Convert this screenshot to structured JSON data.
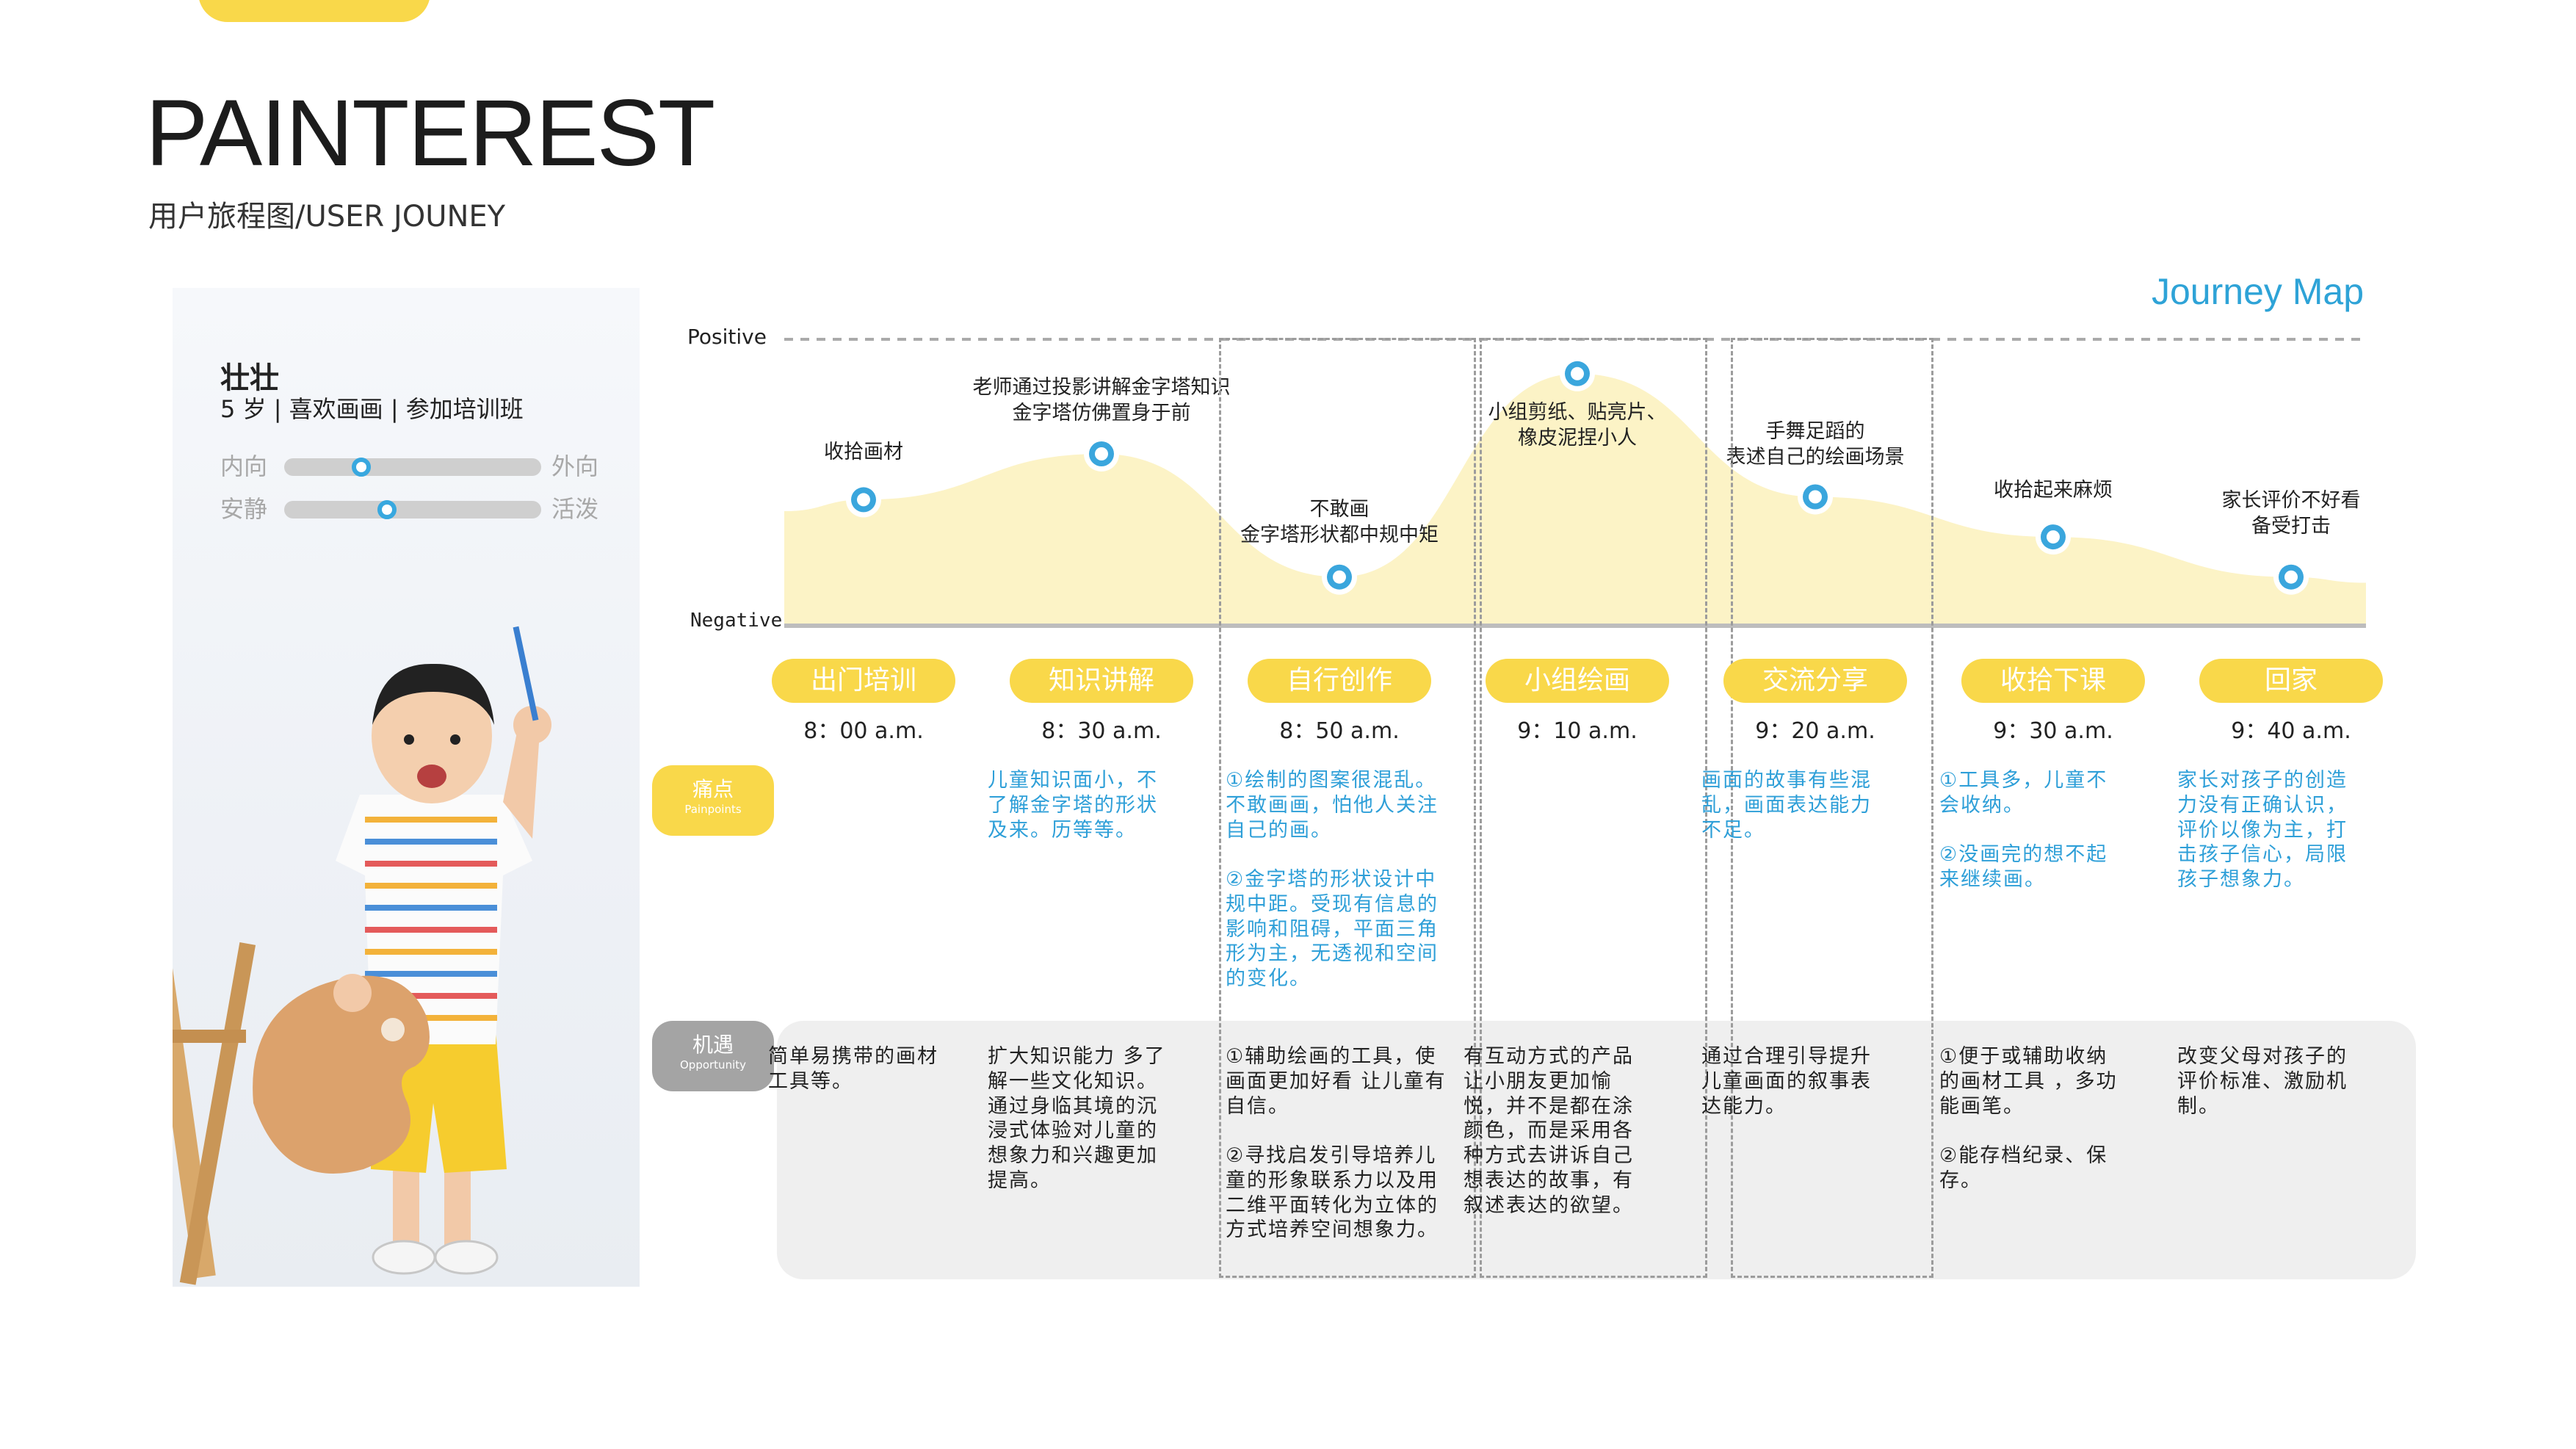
{
  "header": {
    "brand": "PAINTEREST",
    "subtitle": "用户旅程图/USER JOUNEY",
    "map_title": "Journey Map"
  },
  "persona": {
    "name": "壮壮",
    "info": "5 岁 | 喜欢画画 | 参加培训班",
    "traits": [
      {
        "left": "内向",
        "right": "外向",
        "value": 0.3
      },
      {
        "left": "安静",
        "right": "活泼",
        "value": 0.4
      }
    ]
  },
  "chart_data": {
    "type": "area",
    "ylabel_top": "Positive",
    "ylabel_bottom": "Negative",
    "ylim": [
      0,
      100
    ],
    "stages": [
      {
        "name": "出门培训",
        "time": "8：00 a.m."
      },
      {
        "name": "知识讲解",
        "time": "8：30 a.m."
      },
      {
        "name": "自行创作",
        "time": "8：50 a.m."
      },
      {
        "name": "小组绘画",
        "time": "9：10 a.m."
      },
      {
        "name": "交流分享",
        "time": "9：20 a.m."
      },
      {
        "name": "收拾下课",
        "time": "9：30 a.m."
      },
      {
        "name": "回家",
        "time": "9：40 a.m."
      }
    ],
    "points": [
      {
        "stage": 0,
        "value": 44,
        "label": "收拾画材"
      },
      {
        "stage": 1,
        "value": 60,
        "label": "老师通过投影讲解金字塔知识\n金字塔仿佛置身于前"
      },
      {
        "stage": 2,
        "value": 17,
        "label": "不敢画\n金字塔形状都中规中矩"
      },
      {
        "stage": 3,
        "value": 88,
        "label": "小组剪纸、贴亮片、\n橡皮泥捏小人"
      },
      {
        "stage": 4,
        "value": 45,
        "label": "手舞足蹈的\n表述自己的绘画场景"
      },
      {
        "stage": 5,
        "value": 31,
        "label": "收拾起来麻烦"
      },
      {
        "stage": 6,
        "value": 17,
        "label": "家长评价不好看\n备受打击"
      }
    ]
  },
  "rows": {
    "pain": {
      "title": "痛点",
      "subtitle": "Painpoints"
    },
    "opp": {
      "title": "机遇",
      "subtitle": "Opportunity"
    }
  },
  "painpoints": [
    "",
    "儿童知识面小，不了解金字塔的形状及来。历等等。",
    "①绘制的图案很混乱。不敢画画，怕他人关注自己的画。\n\n②金字塔的形状设计中规中距。受现有信息的影响和阻碍，平面三角形为主，无透视和空间的变化。",
    "",
    "画面的故事有些混乱，画面表达能力不足。",
    "①工具多，儿童不会收纳。\n\n②没画完的想不起来继续画。",
    "家长对孩子的创造力没有正确认识，评价以像为主，打击孩子信心，局限孩子想象力。"
  ],
  "opportunities": [
    "简单易携带的画材工具等。",
    "扩大知识能力 多了解一些文化知识。通过身临其境的沉浸式体验对儿童的想象力和兴趣更加提高。",
    "①辅助绘画的工具，使画面更加好看 让儿童有自信。\n\n②寻找启发引导培养儿童的形象联系力以及用二维平面转化为立体的方式培养空间想象力。",
    "有互动方式的产品让小朋友更加愉悦，并不是都在涂颜色，而是采用各种方式去讲诉自己想表达的故事，有叙述表达的欲望。",
    "通过合理引导提升儿童画面的叙事表达能力。",
    "①便于或辅助收纳的画材工具 ，多功能画笔。\n\n②能存档纪录、保存。",
    "改变父母对孩子的评价标准、激励机制。"
  ],
  "colors": {
    "accent_yellow": "#f9d84a",
    "accent_blue": "#2ea3d7",
    "area_fill": "#fcf3c6",
    "grey_pill": "#a4a4a4"
  }
}
